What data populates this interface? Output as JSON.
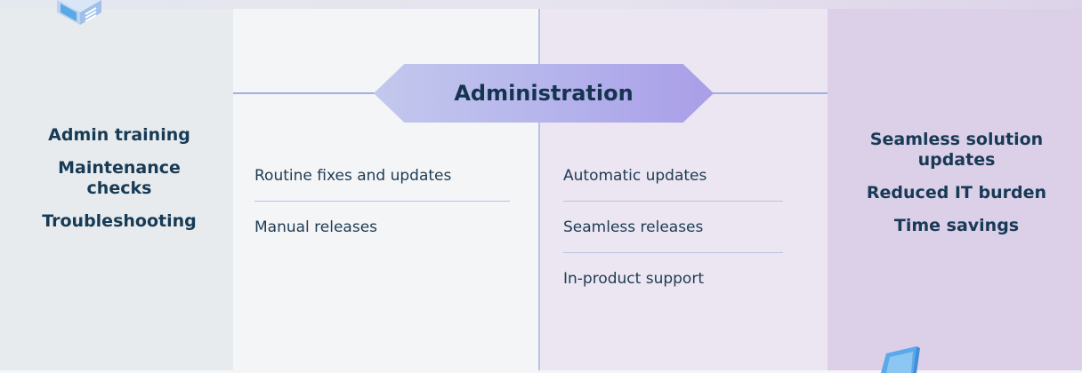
{
  "banner": {
    "title": "Administration"
  },
  "left_benefits": [
    "Admin training",
    "Maintenance checks",
    "Troubleshooting"
  ],
  "left_list": [
    "Routine fixes and updates",
    "Manual releases"
  ],
  "right_list": [
    "Automatic updates",
    "Seamless releases",
    "In-product support"
  ],
  "right_benefits": [
    "Seamless solution updates",
    "Reduced IT burden",
    "Time savings"
  ],
  "icons": {
    "top": "server-illustration-icon",
    "bottom": "laptop-illustration-icon"
  },
  "colors": {
    "heading": "#173a55",
    "banner_start": "#c3c8ed",
    "banner_end": "#a99ee8",
    "divider": "#b9c3e3"
  }
}
